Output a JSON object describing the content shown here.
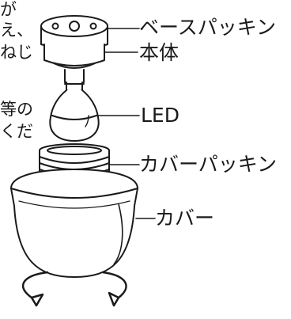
{
  "labels": {
    "base_packing": "ベースパッキン",
    "body": "本体",
    "led": "LED",
    "cover_packing": "カバーパッキン",
    "cover": "カバー"
  },
  "cropped_text": {
    "line1": "が",
    "line2": "え、",
    "line3": "ねじ",
    "line4": "等の",
    "line5": "くだ"
  }
}
